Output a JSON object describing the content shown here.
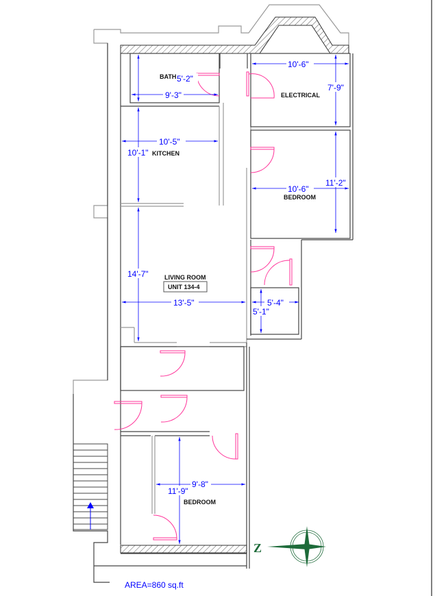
{
  "rooms": {
    "bath": "BATH",
    "kitchen": "KITCHEN",
    "electrical": "ELECTRICAL",
    "bedroom_upper": "BEDROOM",
    "living_room": "LIVING ROOM",
    "unit": "UNIT 134-4",
    "bedroom_lower": "BEDROOM"
  },
  "dimensions": {
    "bath_height": "5'-2\"",
    "bath_width": "9'-3\"",
    "kitchen_width": "10'-5\"",
    "kitchen_height": "10'-1\"",
    "electrical_width": "10'-6\"",
    "electrical_height": "7'-9\"",
    "bedroom_upper_width": "10'-6\"",
    "bedroom_upper_height": "11'-2\"",
    "living_height": "14'-7\"",
    "living_width": "13'-5\"",
    "closet_width": "5'-4\"",
    "closet_height": "5'-1\"",
    "bedroom_lower_width": "9'-8\"",
    "bedroom_lower_height": "11'-9\""
  },
  "compass_letter": "Z",
  "area": "AREA=860  sq.ft",
  "colors": {
    "wall": "#444444",
    "door": "#ff3399",
    "dimension": "#0000ff",
    "compass": "#1e6b3a"
  }
}
